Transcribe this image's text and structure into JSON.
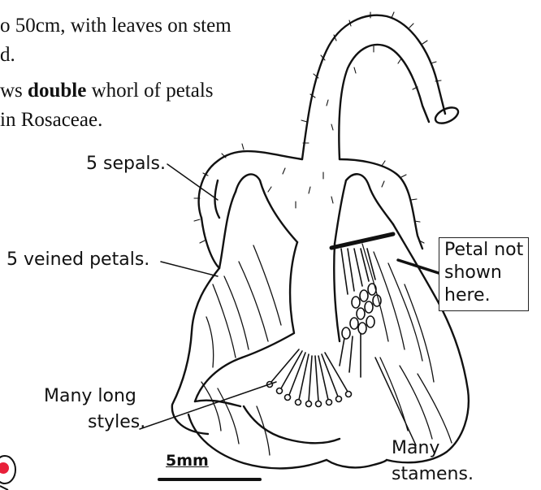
{
  "intro_text": {
    "line1": "o 50cm, with leaves on stem",
    "line2": "d.",
    "line3_pre": "ws ",
    "line3_bold": "double",
    "line3_post": " whorl of petals",
    "line4": "in Rosaceae."
  },
  "labels": {
    "sepals": "5 sepals.",
    "petals": "5 veined petals.",
    "styles_line1": "Many long",
    "styles_line2": "styles.",
    "stamens_line1": "Many",
    "stamens_line2": "stamens.",
    "petal_note_line1": "Petal not",
    "petal_note_line2": "shown",
    "petal_note_line3": "here."
  },
  "scale_bar": {
    "label": "5mm"
  },
  "colors": {
    "ink": "#111111",
    "background": "#ffffff",
    "partial_icon_red": "#e8203a"
  }
}
